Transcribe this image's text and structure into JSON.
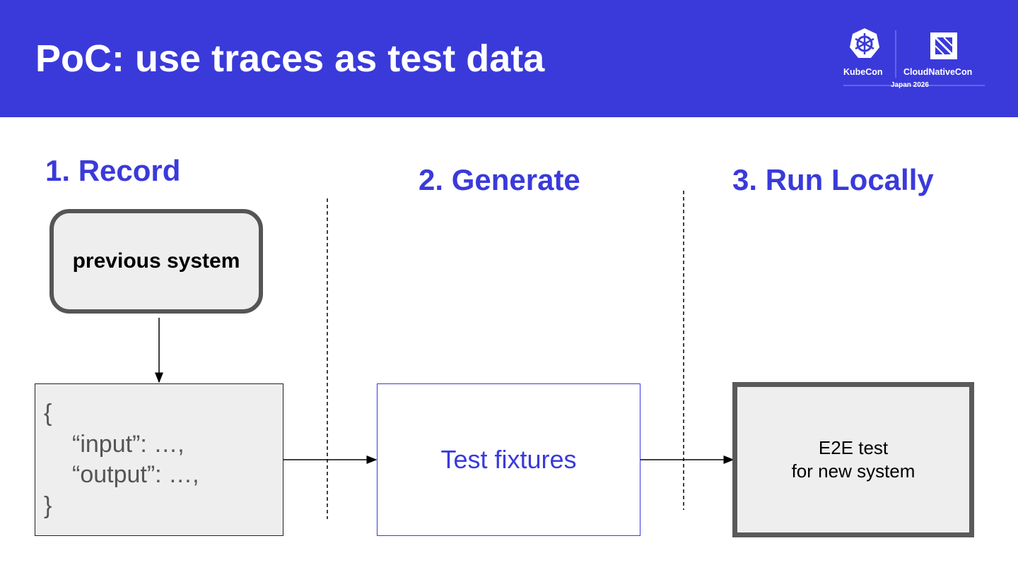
{
  "header": {
    "title": "PoC: use traces as test data",
    "background_color": "#3a3adb"
  },
  "logo": {
    "kubecon": "KubeCon",
    "cloudnativecon": "CloudNativeCon",
    "event": "Japan 2026"
  },
  "steps": [
    {
      "label": "1. Record"
    },
    {
      "label": "2. Generate"
    },
    {
      "label": "3. Run Locally"
    }
  ],
  "nodes": {
    "previous_system": "previous system",
    "trace_json": {
      "lines": [
        "{",
        "“input”: …,",
        "“output”: …,",
        "}"
      ]
    },
    "test_fixtures": "Test fixtures",
    "e2e_test": {
      "line1": "E2E test",
      "line2": "for new system"
    }
  },
  "colors": {
    "accent": "#3a3adb",
    "box_fill": "#eeeeee",
    "box_border": "#555555"
  }
}
